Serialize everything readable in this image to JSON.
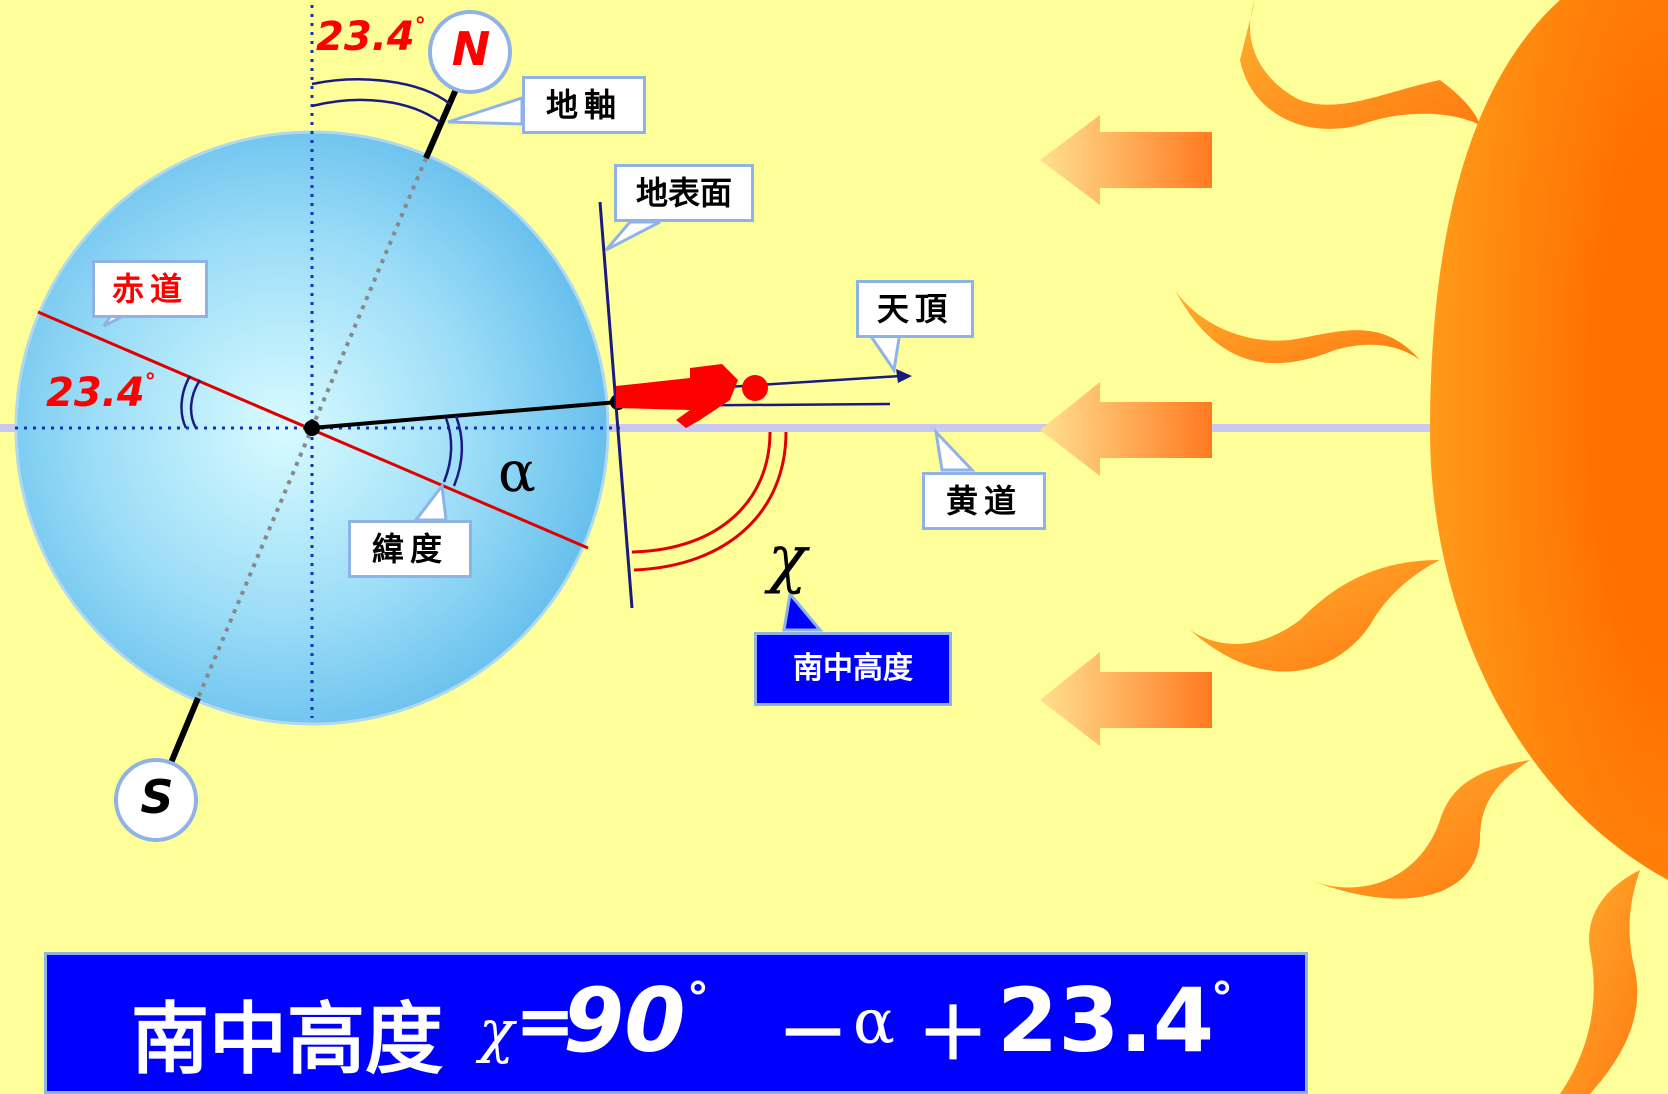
{
  "labels": {
    "tilt_top": "23.4",
    "tilt_left": "23.4",
    "degree_sign": "°",
    "north": "N",
    "south": "S",
    "axis": "地軸",
    "surface": "地表面",
    "zenith": "天頂",
    "equator": "赤道",
    "ecliptic": "黄道",
    "latitude": "緯度",
    "alpha": "α",
    "chi": "χ",
    "culmination": "南中高度"
  },
  "formula": {
    "name": "南中高度",
    "chi": "χ",
    "equals": "=",
    "ninety": "90",
    "degree_sign": "°",
    "minus": "－",
    "alpha": "α",
    "plus": "＋",
    "tilt": "23.4",
    "tilt_degree": "°"
  },
  "colors": {
    "background": "#ffff99",
    "earth": "#7fd0f5",
    "equator_line": "#e00000",
    "person": "#ff0000",
    "sun": "#ff8c00",
    "formula_box": "#0000ff"
  }
}
